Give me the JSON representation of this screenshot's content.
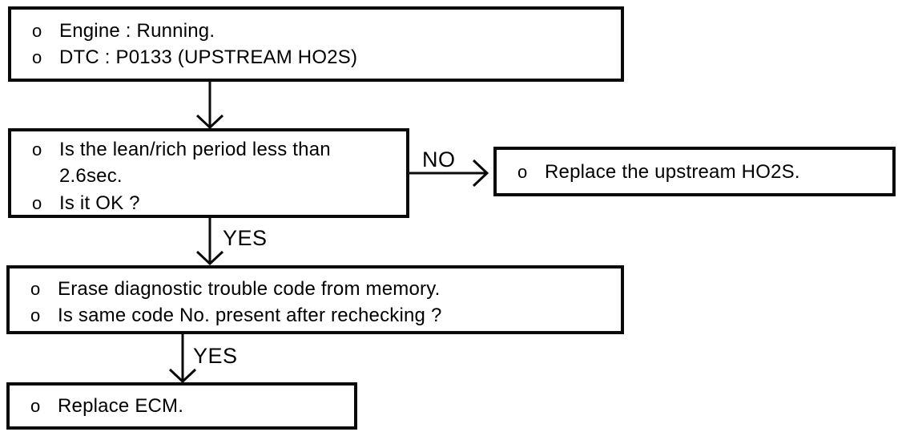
{
  "flowchart": {
    "bullet": "o",
    "boxes": {
      "start": {
        "items": [
          "Engine : Running.",
          "DTC : P0133 (UPSTREAM HO2S)"
        ]
      },
      "check": {
        "items": [
          "Is the lean/rich period less than 2.6sec.",
          "Is it OK ?"
        ]
      },
      "ho2s": {
        "items": [
          "Replace the upstream HO2S."
        ]
      },
      "erase": {
        "items": [
          "Erase diagnostic trouble code from memory.",
          "Is same code No. present after rechecking ?"
        ]
      },
      "ecm": {
        "items": [
          "Replace ECM."
        ]
      }
    },
    "labels": {
      "no": "NO",
      "yes1": "YES",
      "yes2": "YES"
    },
    "colors": {
      "line": "#0a0a0a",
      "background": "#ffffff"
    }
  }
}
